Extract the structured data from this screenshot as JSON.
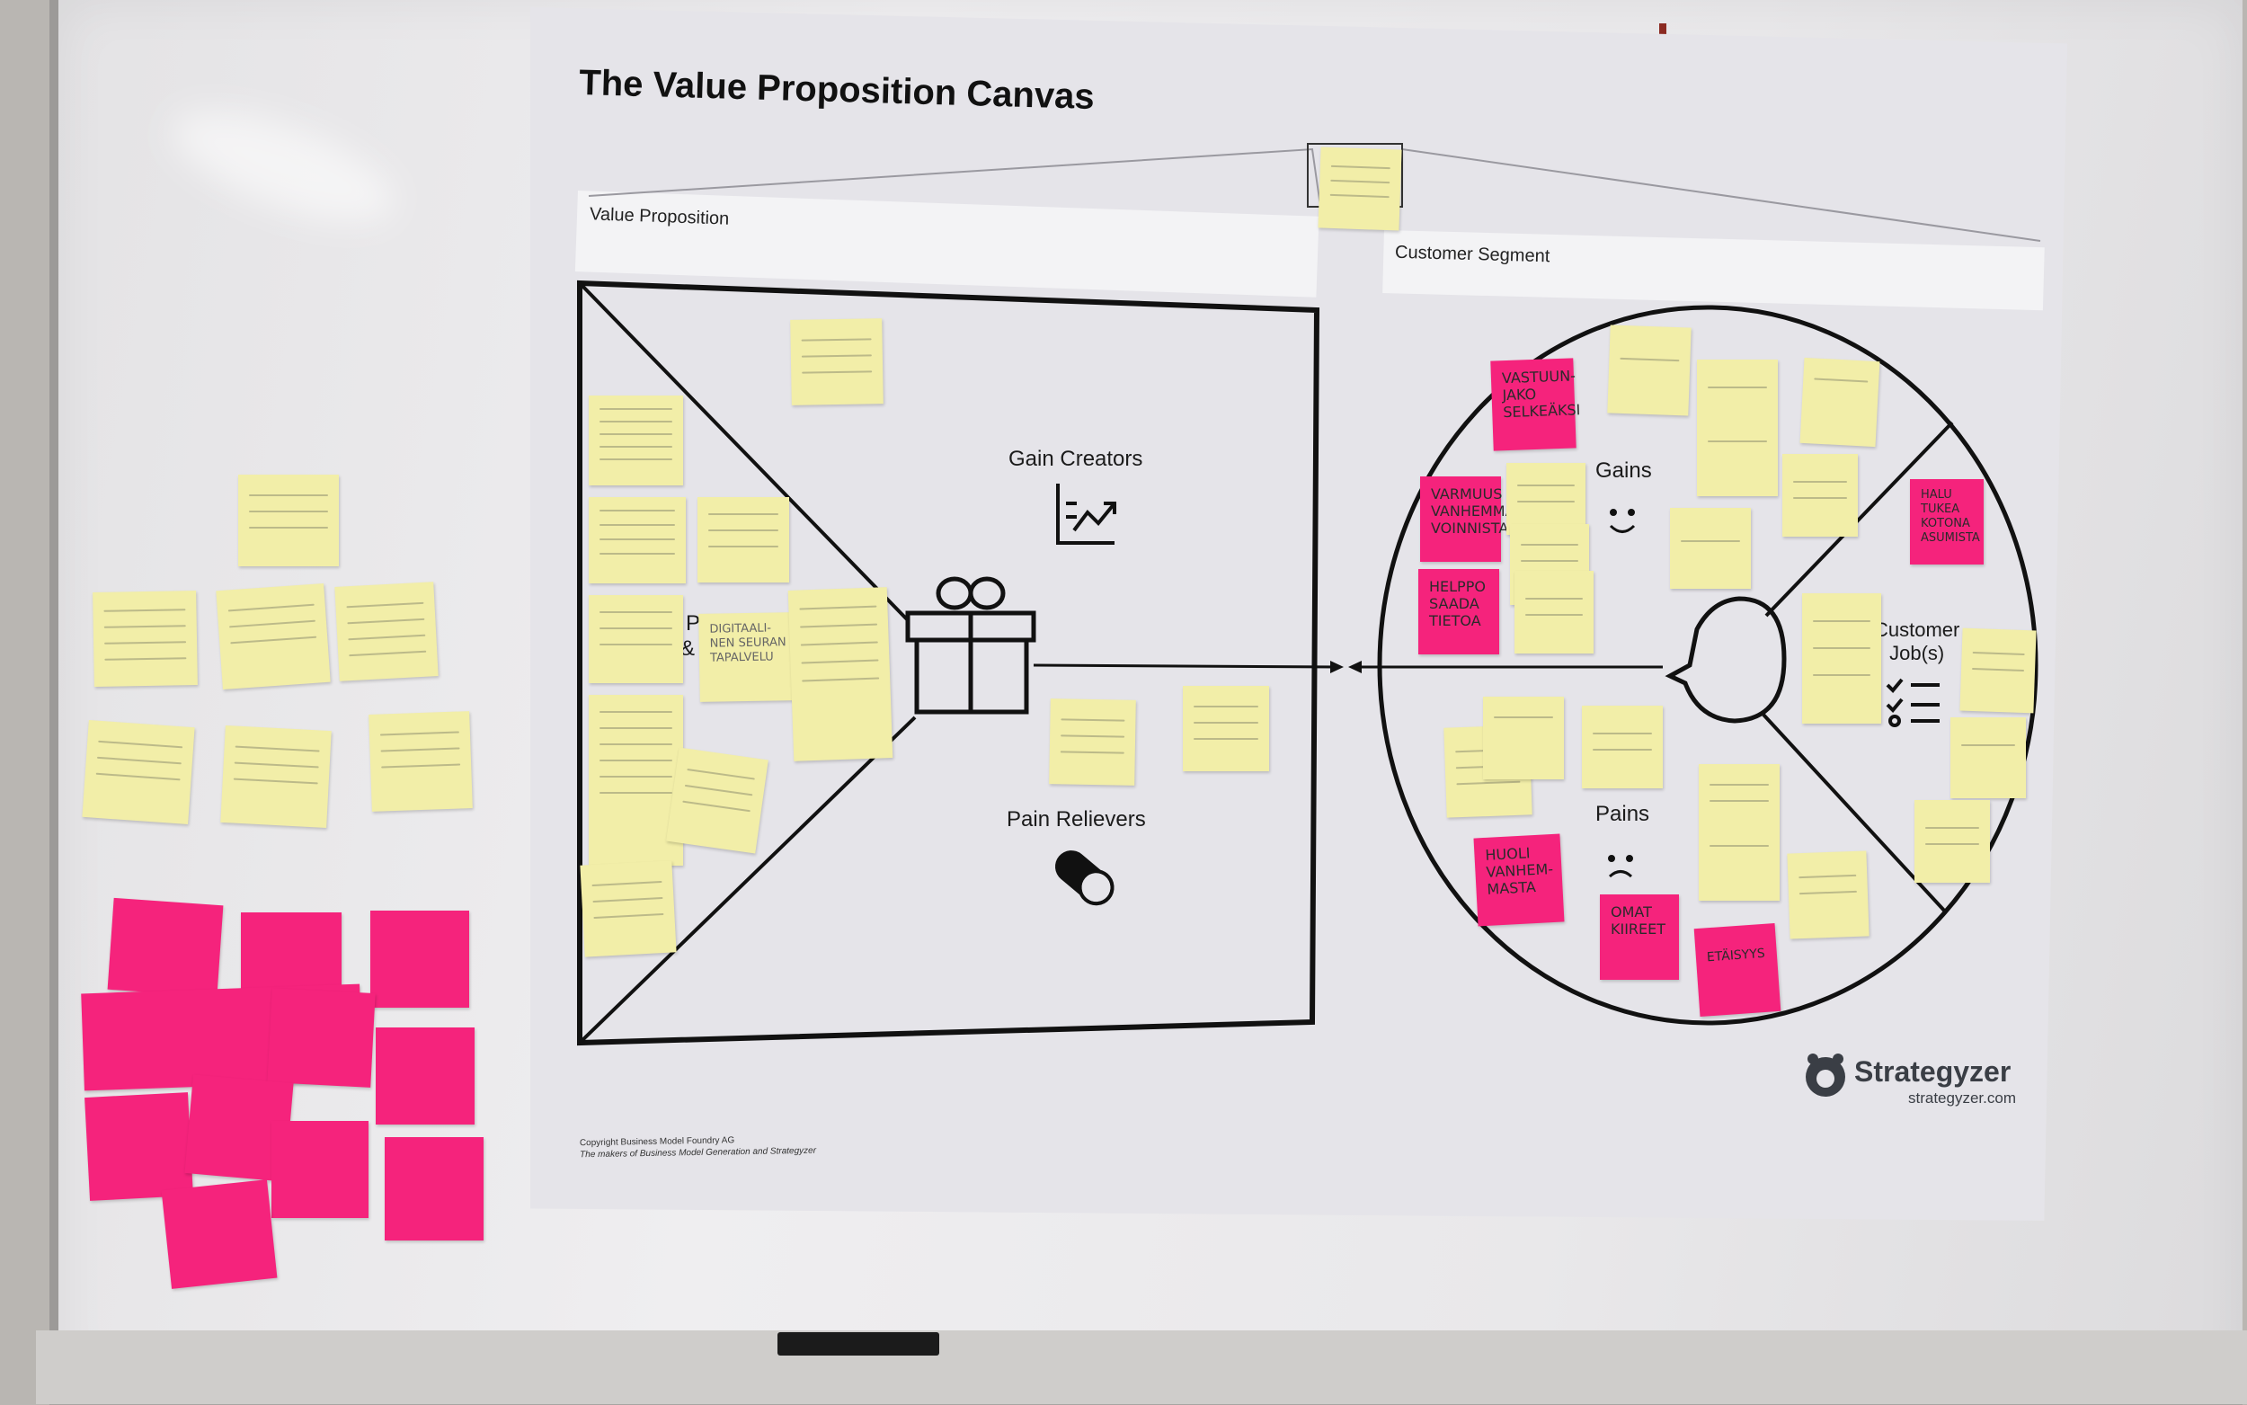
{
  "poster": {
    "title": "The Value Proposition Canvas",
    "value_proposition_label": "Value Proposition",
    "customer_segment_label": "Customer Segment",
    "gain_creators_label": "Gain Creators",
    "pain_relievers_label": "Pain Relievers",
    "products_label_partial": "P",
    "products_label_partial2": "&",
    "gains_label": "Gains",
    "pains_label": "Pains",
    "customer_jobs_label": "Customer\nJob(s)",
    "brand_name": "Strategyzer",
    "brand_url": "strategyzer.com",
    "copyright_line1": "Copyright Business Model Foundry AG",
    "copyright_line2": "The makers of Business Model Generation and Strategyzer"
  },
  "notes": {
    "vastuunjako": "VASTUUN-\nJAKO\nSELKEÄKSI",
    "varmuus": "VARMUUS\nVANHEMMAN\nVOINNISTA",
    "helppo": "HELPPO\nSAADA\nTIETOA",
    "halu_tukea": "HALU\nTUKEA\nKOTONA\nASUMISTA",
    "huoli": "HUOLI\nVANHEM-\nMASTA",
    "omat_kiireet": "OMAT\nKIIREET",
    "etaisyys": "ETÄISYYS",
    "digitaalinen": "DIGITAALI-\nNEN SEURAN\nTAPALVELU"
  },
  "colors": {
    "sticky_yellow": "#f2eea8",
    "sticky_pink": "#f5237c",
    "line": "#111111"
  }
}
